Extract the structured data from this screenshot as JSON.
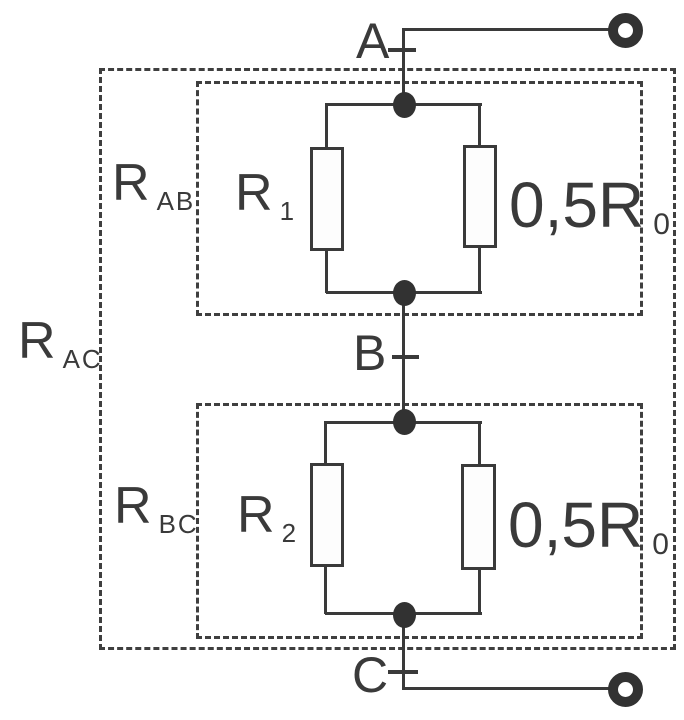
{
  "diagram": {
    "kind": "resistor network equivalent-resistance circuit",
    "nodes": {
      "a": "A",
      "b": "B",
      "c": "C"
    },
    "group_labels": {
      "outer": {
        "base": "R",
        "sub": "AC"
      },
      "top": {
        "base": "R",
        "sub": "AB"
      },
      "bottom": {
        "base": "R",
        "sub": "BC"
      }
    },
    "resistor_labels": {
      "r1": {
        "base": "R",
        "sub": "1"
      },
      "half_r0_top": {
        "base": "0,5R",
        "sub": "0"
      },
      "r2": {
        "base": "R",
        "sub": "2"
      },
      "half_r0_bottom": {
        "base": "0,5R",
        "sub": "0"
      }
    },
    "colors": {
      "stroke": "#3a3a3a",
      "background": "#ffffff",
      "junction_dot": "#323232",
      "resistor_fill": "#fdfdfd"
    }
  }
}
